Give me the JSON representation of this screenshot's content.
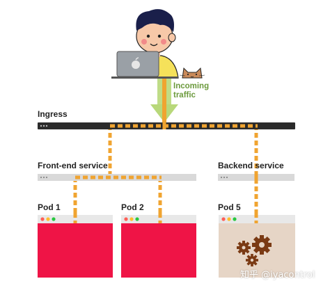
{
  "labels": {
    "ingress": "Ingress",
    "incoming_traffic_line1": "Incoming",
    "incoming_traffic_line2": "traffic",
    "frontend_service": "Front-end service",
    "backend_service": "Backend service",
    "pod1": "Pod 1",
    "pod2": "Pod 2",
    "pod5": "Pod 5",
    "watermark": "知乎 @iyacontrol"
  },
  "icons": [
    "developer-illustration",
    "laptop-icon",
    "cat-icon",
    "down-arrow-icon",
    "gears-icon"
  ],
  "colors": {
    "ingress_bar": "#2b2b2b",
    "service_bar": "#d9d9d9",
    "flow_path": "#f0a431",
    "traffic_arrow": "#b8d87a",
    "traffic_text": "#6c9a3d",
    "pod_frontend": "#ef1446",
    "pod_backend": "#e6d5c6",
    "gear": "#7a3a14"
  }
}
